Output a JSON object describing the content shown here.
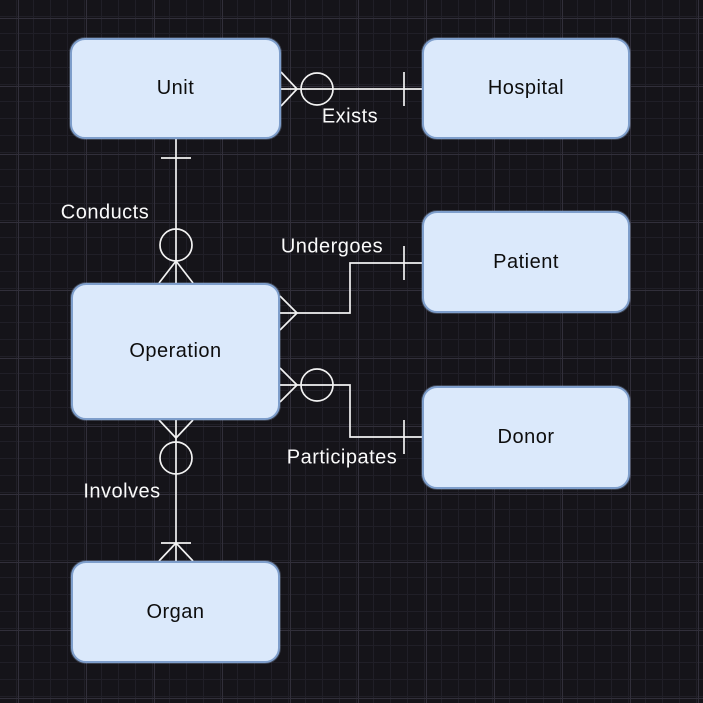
{
  "diagram": {
    "type": "entity-relationship",
    "notation": "crows-foot"
  },
  "style": {
    "background": "#151419",
    "grid_minor_color": "#201f27",
    "grid_major_color": "#312f3a",
    "entity_fill": "#dbe9fb",
    "entity_border": "#7e9ecb",
    "entity_text_color": "#0d0d0d",
    "line_color": "#f2f2f2",
    "edge_label_color": "#fafafa"
  },
  "entities": [
    {
      "id": "unit",
      "label": "Unit"
    },
    {
      "id": "hospital",
      "label": "Hospital"
    },
    {
      "id": "patient",
      "label": "Patient"
    },
    {
      "id": "operation",
      "label": "Operation"
    },
    {
      "id": "donor",
      "label": "Donor"
    },
    {
      "id": "organ",
      "label": "Organ"
    }
  ],
  "relationships": [
    {
      "label": "Exists",
      "from": "Unit",
      "to": "Hospital",
      "from_cardinality": "zero-or-many",
      "to_cardinality": "one"
    },
    {
      "label": "Conducts",
      "from": "Unit",
      "to": "Operation",
      "from_cardinality": "one",
      "to_cardinality": "zero-or-many"
    },
    {
      "label": "Undergoes",
      "from": "Operation",
      "to": "Patient",
      "from_cardinality": "many",
      "to_cardinality": "one"
    },
    {
      "label": "Participates",
      "from": "Operation",
      "to": "Donor",
      "from_cardinality": "zero-or-many",
      "to_cardinality": "one"
    },
    {
      "label": "Involves",
      "from": "Operation",
      "to": "Organ",
      "from_cardinality": "zero-or-many",
      "to_cardinality": "one-or-many"
    }
  ]
}
